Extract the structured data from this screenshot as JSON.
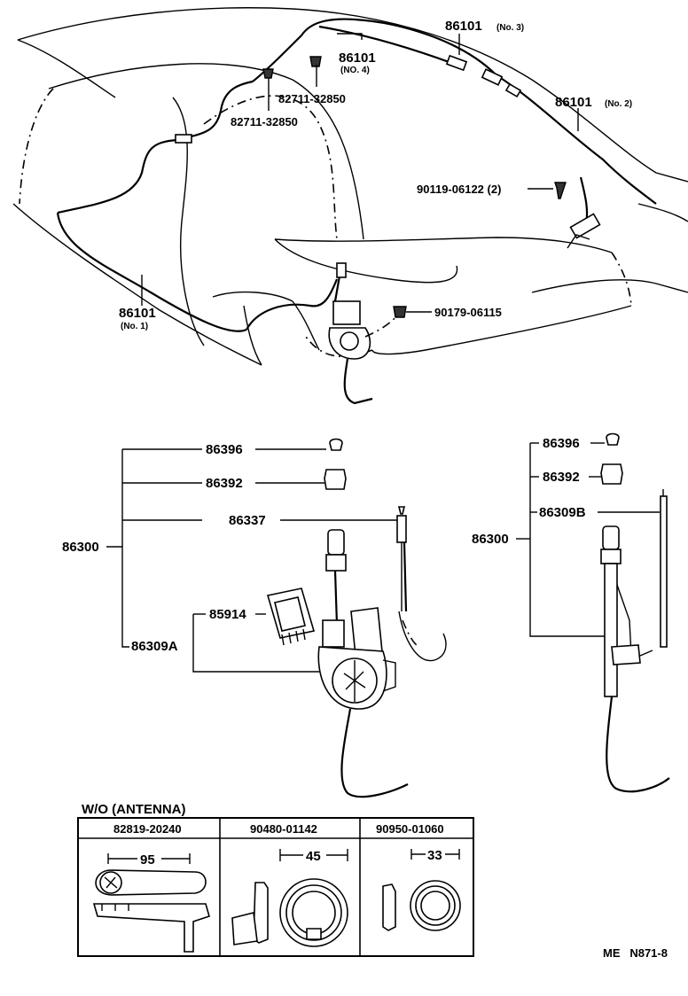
{
  "top_callouts": {
    "harness_no3": "86101",
    "harness_no3_sub": "(No. 3)",
    "harness_no4": "86101",
    "harness_no4_sub": "(NO. 4)",
    "clip_a": "82711-32850",
    "clip_b": "82711-32850",
    "harness_no2": "86101",
    "harness_no2_sub": "(No. 2)",
    "bolt": "90119-06122 (2)",
    "harness_no1": "86101",
    "harness_no1_sub": "(No. 1)",
    "nut": "90179-06115"
  },
  "left_assembly": {
    "parent": "86300",
    "items": [
      "86396",
      "86392",
      "86337",
      "85914",
      "86309A"
    ]
  },
  "right_assembly": {
    "parent": "86300",
    "items": [
      "86396",
      "86392",
      "86309B"
    ]
  },
  "wo_table": {
    "title": "W/O (ANTENNA)",
    "columns": [
      {
        "part": "82819-20240",
        "dim": "95"
      },
      {
        "part": "90480-01142",
        "dim": "45"
      },
      {
        "part": "90950-01060",
        "dim": "33"
      }
    ]
  },
  "footer_code": "ME   N871-8"
}
